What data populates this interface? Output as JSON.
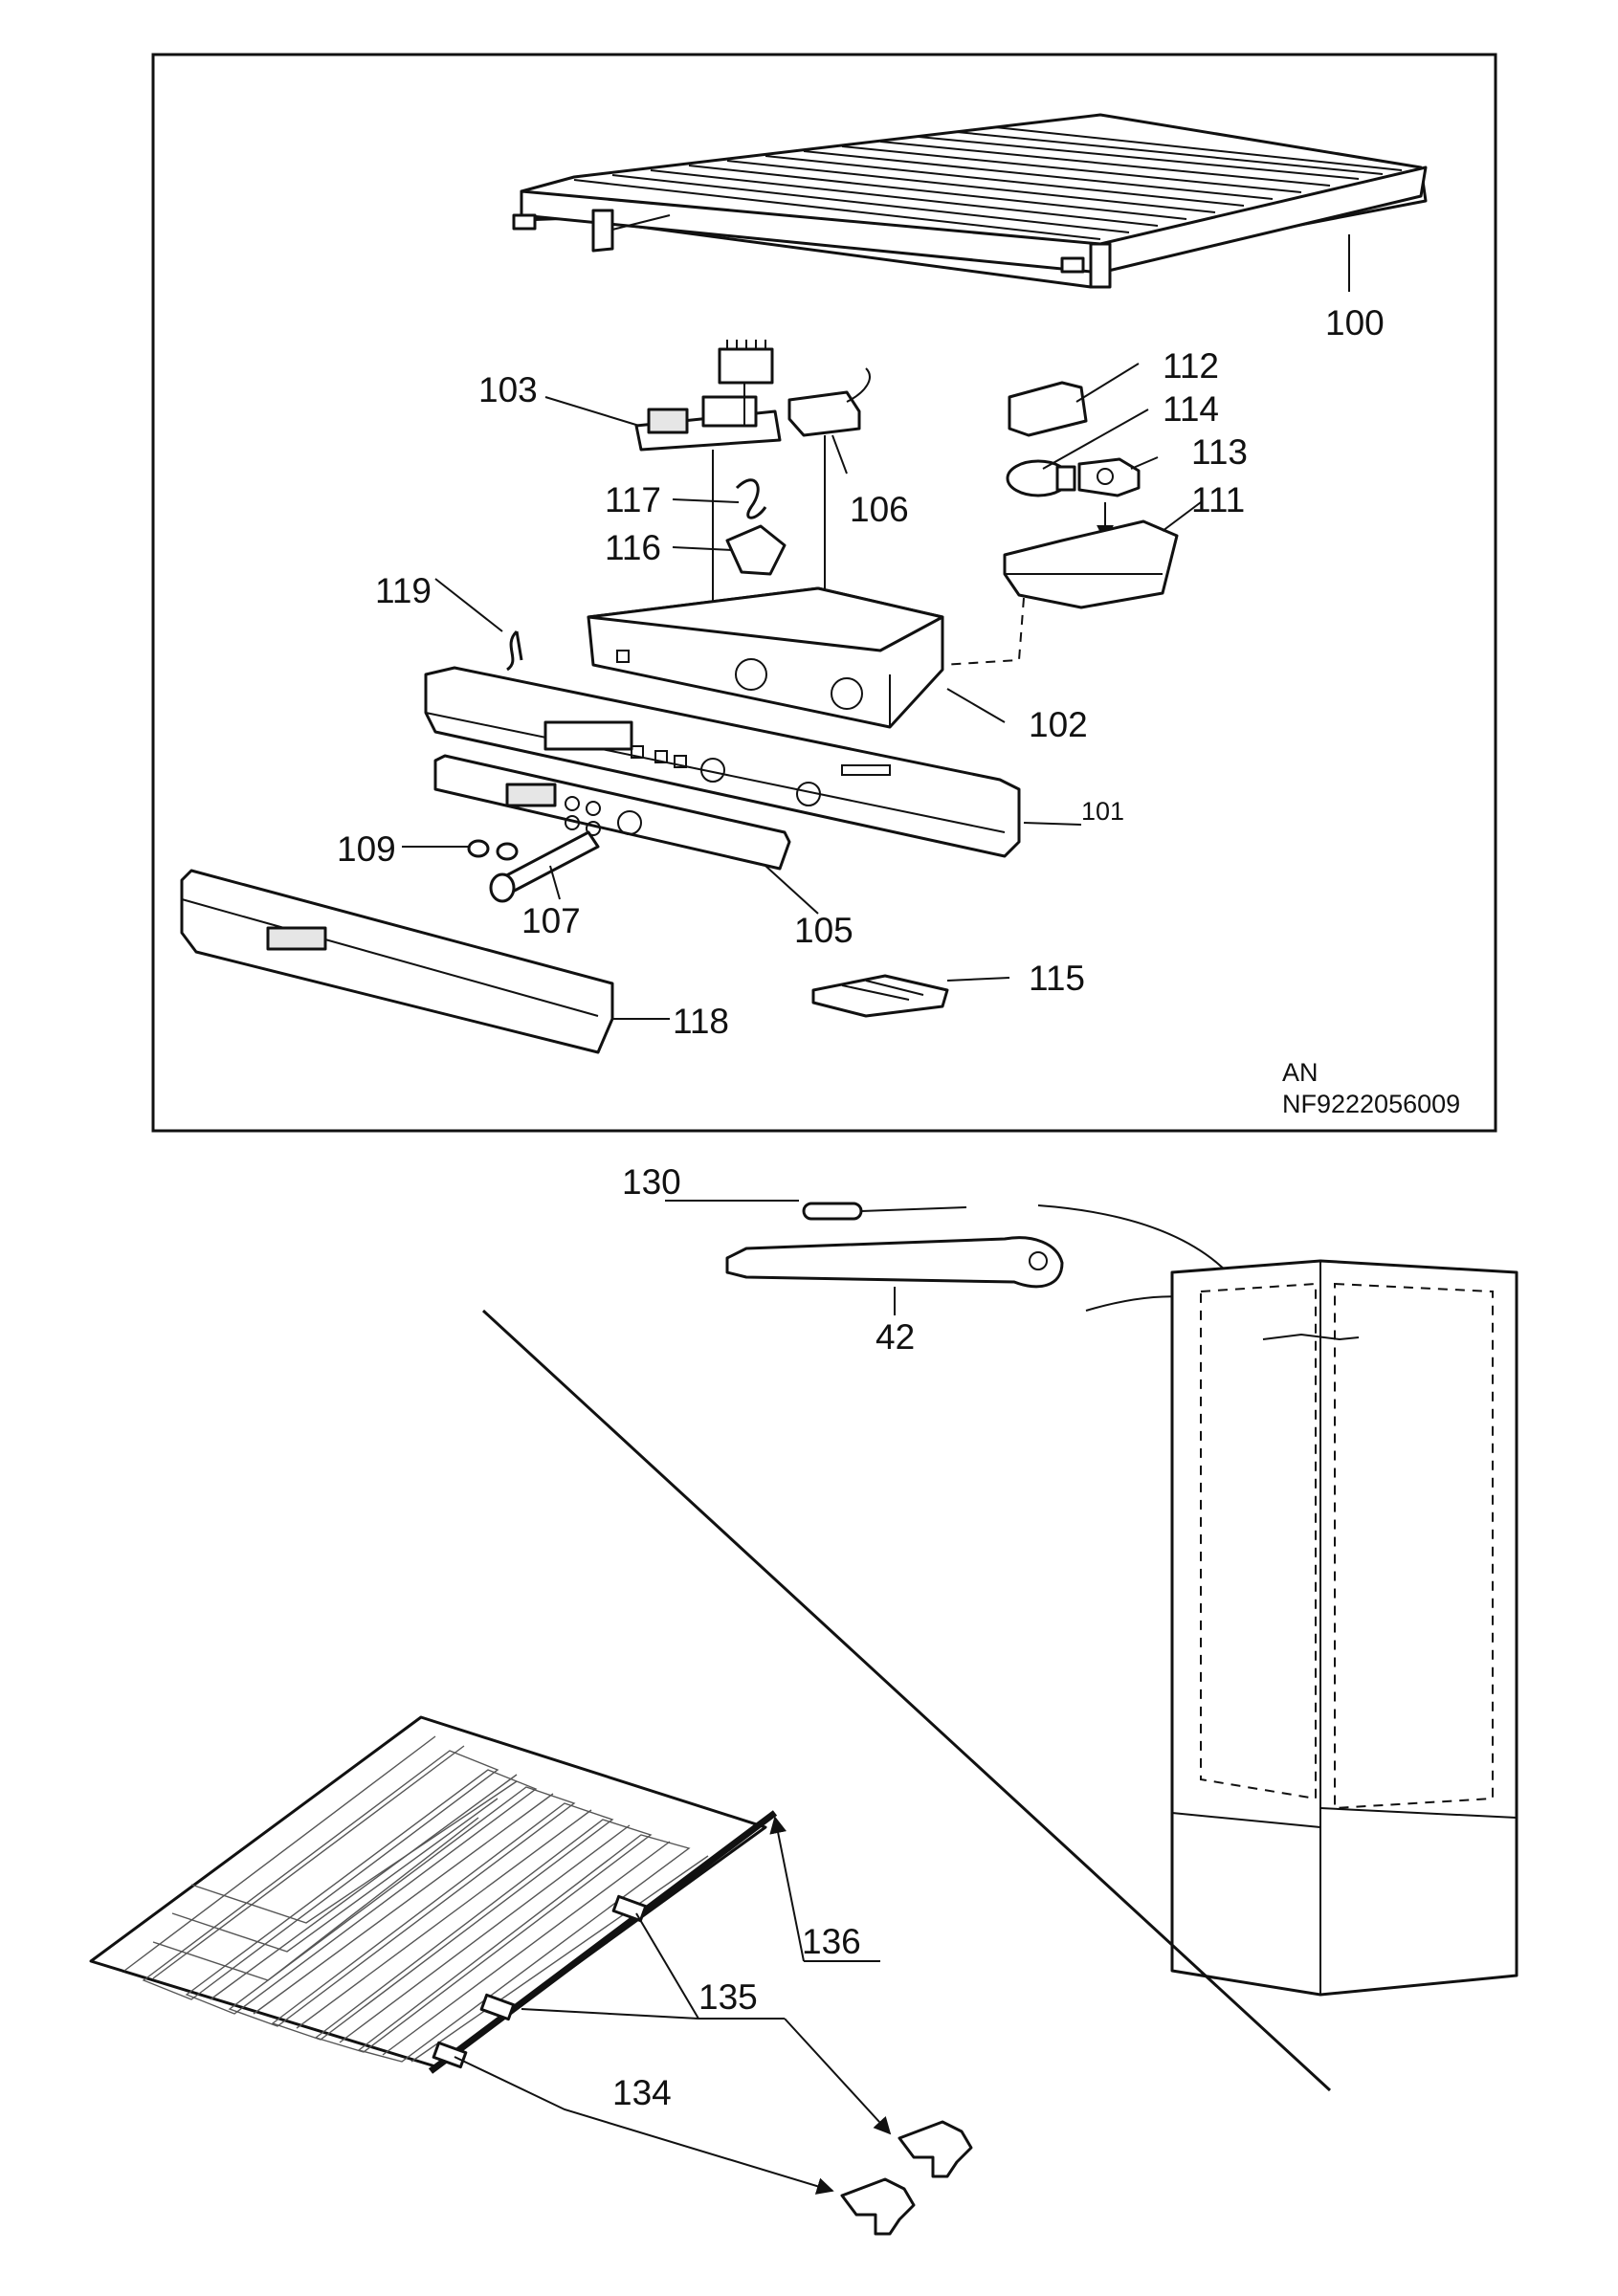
{
  "callouts": {
    "100": "100",
    "101": "101",
    "102": "102",
    "103": "103",
    "105": "105",
    "106": "106",
    "107": "107",
    "109": "109",
    "111": "111",
    "112": "112",
    "113": "113",
    "114": "114",
    "115": "115",
    "116": "116",
    "117": "117",
    "118": "118",
    "119": "119",
    "130": "130",
    "134": "134",
    "135": "135",
    "136": "136",
    "42": "42"
  },
  "diagram_code": {
    "line1": "AN",
    "line2": "NF9222056009"
  }
}
